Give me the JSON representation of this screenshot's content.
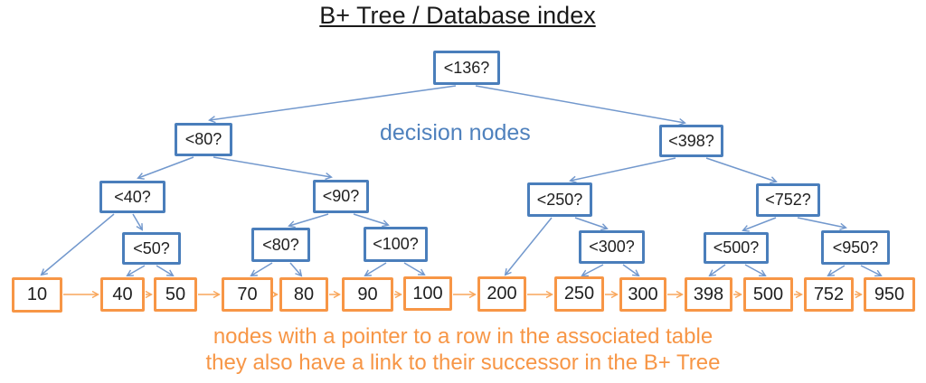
{
  "title": "B+ Tree / Database index",
  "annotations": {
    "decision_label": "decision nodes",
    "caption_line1": "nodes with a pointer to a row in the associated table",
    "caption_line2": "they also have a link to their successor in the B+ Tree"
  },
  "colors": {
    "decision_node_border": "#4a7ebb",
    "decision_label_text": "#4f81bd",
    "leaf_node_border": "#f79646",
    "tree_edge_blue": "#7298cd",
    "successor_link_orange": "#f9a65a",
    "caption_text": "#f79646",
    "title_text": "#1a1a1a"
  },
  "tree": {
    "decision_nodes": [
      {
        "id": "q136",
        "label": "<136?"
      },
      {
        "id": "q80",
        "label": "<80?"
      },
      {
        "id": "q398",
        "label": "<398?"
      },
      {
        "id": "q40",
        "label": "<40?"
      },
      {
        "id": "q90",
        "label": "<90?"
      },
      {
        "id": "q250",
        "label": "<250?"
      },
      {
        "id": "q752",
        "label": "<752?"
      },
      {
        "id": "q50",
        "label": "<50?"
      },
      {
        "id": "q80b",
        "label": "<80?"
      },
      {
        "id": "q100",
        "label": "<100?"
      },
      {
        "id": "q300",
        "label": "<300?"
      },
      {
        "id": "q500",
        "label": "<500?"
      },
      {
        "id": "q950",
        "label": "<950?"
      }
    ],
    "leaf_nodes": [
      {
        "id": "l10",
        "label": "10"
      },
      {
        "id": "l40",
        "label": "40"
      },
      {
        "id": "l50",
        "label": "50"
      },
      {
        "id": "l70",
        "label": "70"
      },
      {
        "id": "l80",
        "label": "80"
      },
      {
        "id": "l90",
        "label": "90"
      },
      {
        "id": "l100",
        "label": "100"
      },
      {
        "id": "l200",
        "label": "200"
      },
      {
        "id": "l250",
        "label": "250"
      },
      {
        "id": "l300",
        "label": "300"
      },
      {
        "id": "l398",
        "label": "398"
      },
      {
        "id": "l500",
        "label": "500"
      },
      {
        "id": "l752",
        "label": "752"
      },
      {
        "id": "l950",
        "label": "950"
      }
    ],
    "edges": [
      [
        "q136",
        "q80"
      ],
      [
        "q136",
        "q398"
      ],
      [
        "q80",
        "q40"
      ],
      [
        "q80",
        "q90"
      ],
      [
        "q40",
        "l10"
      ],
      [
        "q40",
        "q50"
      ],
      [
        "q50",
        "l40"
      ],
      [
        "q50",
        "l50"
      ],
      [
        "q90",
        "q80b"
      ],
      [
        "q90",
        "q100"
      ],
      [
        "q80b",
        "l70"
      ],
      [
        "q80b",
        "l80"
      ],
      [
        "q100",
        "l90"
      ],
      [
        "q100",
        "l100"
      ],
      [
        "q398",
        "q250"
      ],
      [
        "q398",
        "q752"
      ],
      [
        "q250",
        "l200"
      ],
      [
        "q250",
        "q300"
      ],
      [
        "q300",
        "l250"
      ],
      [
        "q300",
        "l300"
      ],
      [
        "q752",
        "q500"
      ],
      [
        "q752",
        "q950"
      ],
      [
        "q500",
        "l398"
      ],
      [
        "q500",
        "l500"
      ],
      [
        "q950",
        "l752"
      ],
      [
        "q950",
        "l950"
      ]
    ],
    "successor_links": [
      [
        "l10",
        "l40"
      ],
      [
        "l40",
        "l50"
      ],
      [
        "l50",
        "l70"
      ],
      [
        "l70",
        "l80"
      ],
      [
        "l80",
        "l90"
      ],
      [
        "l90",
        "l100"
      ],
      [
        "l100",
        "l200"
      ],
      [
        "l200",
        "l250"
      ],
      [
        "l250",
        "l300"
      ],
      [
        "l300",
        "l398"
      ],
      [
        "l398",
        "l500"
      ],
      [
        "l500",
        "l752"
      ],
      [
        "l752",
        "l950"
      ]
    ]
  }
}
